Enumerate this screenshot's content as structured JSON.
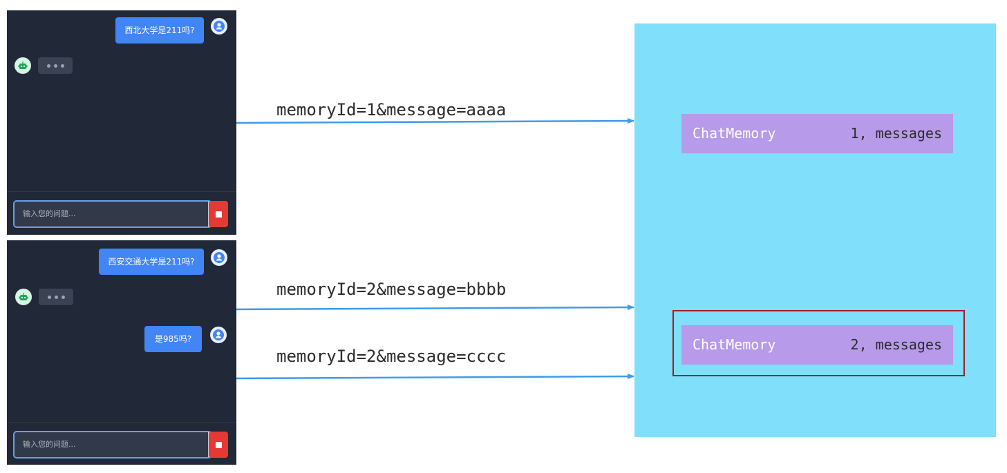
{
  "chat_top": {
    "user_message": "西北大学是211吗?",
    "input_placeholder": "输入您的问题..."
  },
  "chat_bottom": {
    "user_message_1": "西安交通大学是211吗?",
    "user_message_2": "是985吗?",
    "input_placeholder": "输入您的问题..."
  },
  "requests": [
    {
      "label": "memoryId=1&message=aaaa"
    },
    {
      "label": "memoryId=2&message=bbbb"
    },
    {
      "label": "memoryId=2&message=cccc"
    }
  ],
  "memory_entries": [
    {
      "name": "ChatMemory",
      "detail": "1, messages"
    },
    {
      "name": "ChatMemory",
      "detail": "2, messages"
    }
  ],
  "colors": {
    "arrow": "#3d9be9",
    "memory_store": "#80dffa",
    "memory_entry": "#b79ae9",
    "highlight_border": "#a11b22",
    "chat_background": "#212838",
    "user_bubble": "#4285f4"
  }
}
